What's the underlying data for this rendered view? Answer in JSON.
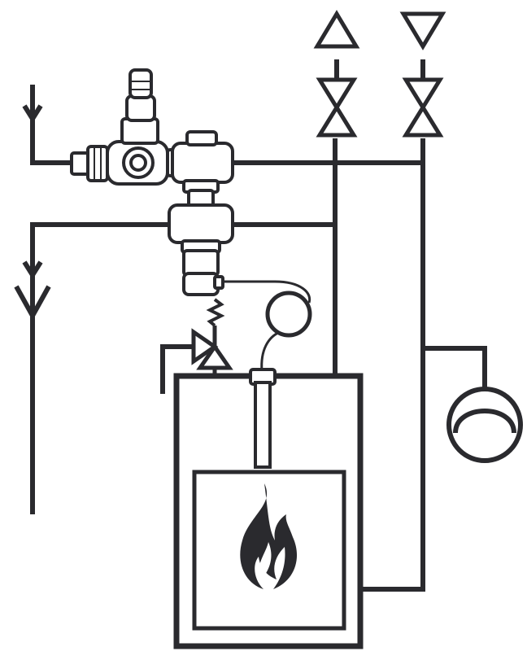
{
  "diagram": {
    "type": "heating-schematic",
    "colors": {
      "background": "#ffffff",
      "line": "#2a2a2e",
      "fitting_fill": "#ffffff",
      "flame": "#2a2a2e"
    },
    "symbols": [
      "supply-arrow-icon",
      "drain-arrow-icon",
      "flow-out-triangle-icon",
      "return-in-triangle-icon",
      "shutoff-valve-icon",
      "pressure-reducer-icon",
      "thermostatic-mixing-valve-icon",
      "safety-relief-valve-icon",
      "temperature-sensor-coil-icon",
      "pump-icon",
      "boiler",
      "firebox",
      "flame-icon"
    ]
  }
}
